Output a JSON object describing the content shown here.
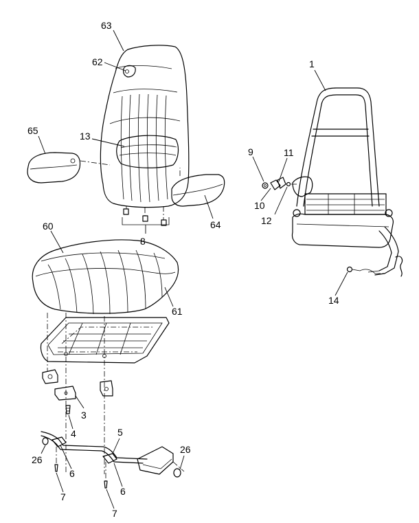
{
  "diagram": {
    "callouts": [
      {
        "id": "c63",
        "text": "63"
      },
      {
        "id": "c62",
        "text": "62"
      },
      {
        "id": "c65",
        "text": "65"
      },
      {
        "id": "c13",
        "text": "13"
      },
      {
        "id": "c64",
        "text": "64"
      },
      {
        "id": "c8",
        "text": "8"
      },
      {
        "id": "c60",
        "text": "60"
      },
      {
        "id": "c61",
        "text": "61"
      },
      {
        "id": "c3",
        "text": "3"
      },
      {
        "id": "c4",
        "text": "4"
      },
      {
        "id": "c5",
        "text": "5"
      },
      {
        "id": "c26a",
        "text": "26"
      },
      {
        "id": "c6a",
        "text": "6"
      },
      {
        "id": "c7a",
        "text": "7"
      },
      {
        "id": "c6b",
        "text": "6"
      },
      {
        "id": "c7b",
        "text": "7"
      },
      {
        "id": "c26b",
        "text": "26"
      },
      {
        "id": "c1",
        "text": "1"
      },
      {
        "id": "c9",
        "text": "9"
      },
      {
        "id": "c11",
        "text": "11"
      },
      {
        "id": "c10",
        "text": "10"
      },
      {
        "id": "c12",
        "text": "12"
      },
      {
        "id": "c14",
        "text": "14"
      }
    ]
  }
}
